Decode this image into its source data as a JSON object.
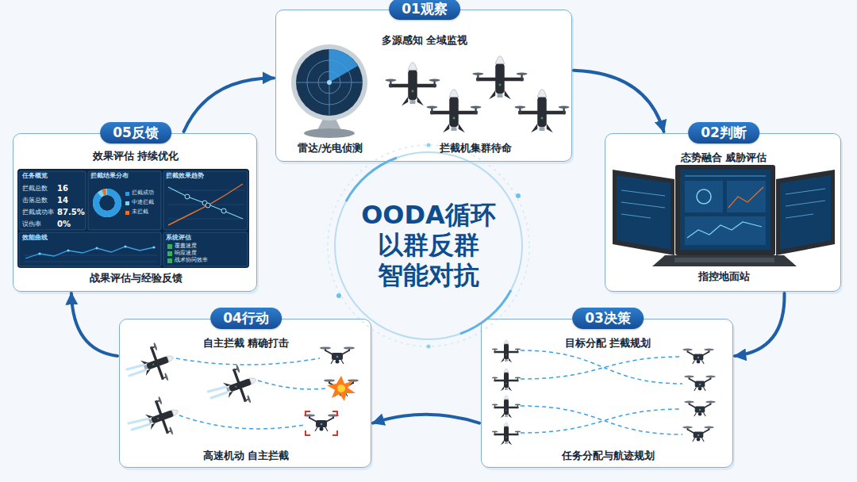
{
  "diagram": {
    "nodes": [
      {
        "text": [
          "01观察",
          "多源感知 全域监视",
          "雷达/光电侦测",
          "拦截机集群待命"
        ]
      },
      {
        "text": [
          "02判断",
          "态势融合 威胁评估",
          "指控地面站"
        ]
      },
      {
        "text": [
          "03决策",
          "目标分配 拦截规划",
          "任务分配与航迹规划"
        ]
      },
      {
        "text": [
          "04行动",
          "自主拦截 精确打击",
          "高速机动 自主拦截"
        ]
      },
      {
        "text": [
          "05反馈",
          "效果评估 持续优化",
          "战果评估与经验反馈"
        ]
      },
      {
        "text": [
          "OODA循环",
          "以群反群",
          "智能对抗"
        ]
      }
    ],
    "edges": [
      {
        "from": 0,
        "to": 1,
        "arrow": "to"
      },
      {
        "from": 1,
        "to": 2,
        "arrow": "to"
      },
      {
        "from": 2,
        "to": 3,
        "arrow": "to"
      },
      {
        "from": 3,
        "to": 4,
        "arrow": "to"
      },
      {
        "from": 4,
        "to": 0,
        "arrow": "to"
      }
    ],
    "labels": [
      "任务概览",
      "拦截总数",
      "16",
      "击落总数",
      "14",
      "拦截成功率",
      "87.5%",
      "误伤率",
      "0%",
      "拦截结果分布",
      "拦截效果趋势",
      "效能曲线",
      "系统评估",
      "覆盖速度",
      "响应速度",
      "战术协同效率"
    ],
    "legend": [
      {
        "text": "拦截成功",
        "color": "#2f9be0"
      },
      {
        "text": "中途拦截",
        "color": "#7fd3f0"
      },
      {
        "text": "未拦截",
        "color": "#e8702a"
      }
    ]
  }
}
